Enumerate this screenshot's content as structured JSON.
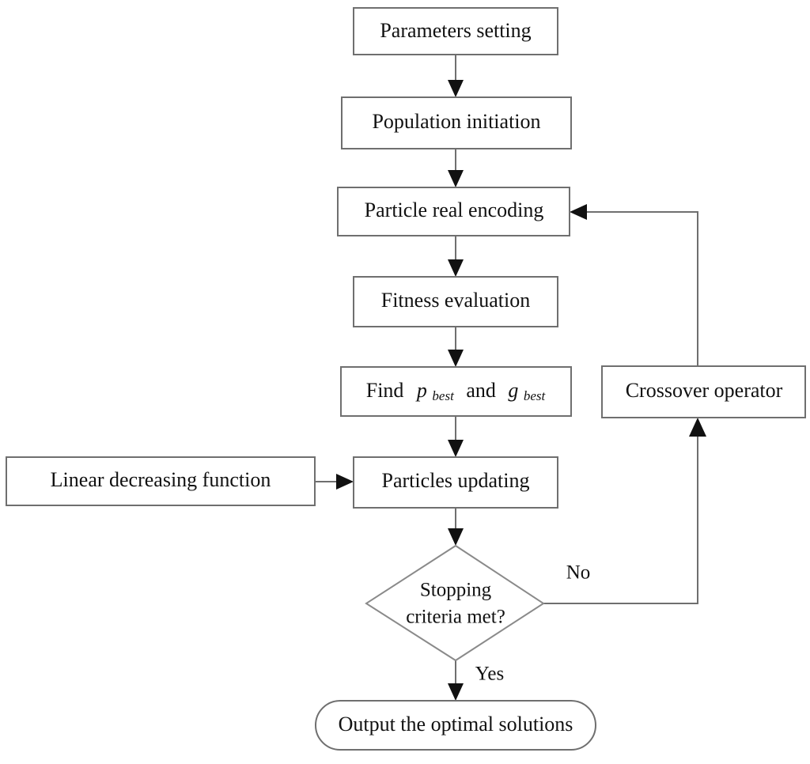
{
  "diagram": {
    "title": "PSO with crossover operator flowchart",
    "background_color": "#ffffff",
    "line_color": "#6f6f6f",
    "text_color": "#111111",
    "arrow_color": "#111111"
  },
  "nodes": {
    "parameters_setting": {
      "label": "Parameters setting",
      "shape": "rectangle"
    },
    "population_initiation": {
      "label": "Population initiation",
      "shape": "rectangle"
    },
    "particle_real_encoding": {
      "label": "Particle real encoding",
      "shape": "rectangle"
    },
    "fitness_evaluation": {
      "label": "Fitness evaluation",
      "shape": "rectangle"
    },
    "find_best": {
      "shape": "rectangle",
      "label": "Find p_best and g_best",
      "prefix": "Find",
      "var1": "p",
      "sub1": "best",
      "conjunction": "and",
      "var2": "g",
      "sub2": "best"
    },
    "particles_updating": {
      "label": "Particles updating",
      "shape": "rectangle"
    },
    "linear_decreasing_function": {
      "label": "Linear decreasing function",
      "shape": "rectangle"
    },
    "crossover_operator": {
      "label": "Crossover operator",
      "shape": "rectangle"
    },
    "stopping_criteria": {
      "shape": "diamond",
      "label": "Stopping criteria met?",
      "line1": "Stopping",
      "line2": "criteria met?"
    },
    "output_solutions": {
      "label": "Output the optimal solutions",
      "shape": "rounded-pill"
    }
  },
  "edge_labels": {
    "no": "No",
    "yes": "Yes"
  },
  "chart_data": {
    "type": "diagram",
    "flow": [
      {
        "from": "parameters_setting",
        "to": "population_initiation",
        "label": ""
      },
      {
        "from": "population_initiation",
        "to": "particle_real_encoding",
        "label": ""
      },
      {
        "from": "particle_real_encoding",
        "to": "fitness_evaluation",
        "label": ""
      },
      {
        "from": "fitness_evaluation",
        "to": "find_best",
        "label": ""
      },
      {
        "from": "find_best",
        "to": "particles_updating",
        "label": ""
      },
      {
        "from": "linear_decreasing_function",
        "to": "particles_updating",
        "label": ""
      },
      {
        "from": "particles_updating",
        "to": "stopping_criteria",
        "label": ""
      },
      {
        "from": "stopping_criteria",
        "to": "crossover_operator",
        "label": "No"
      },
      {
        "from": "crossover_operator",
        "to": "particle_real_encoding",
        "label": ""
      },
      {
        "from": "stopping_criteria",
        "to": "output_solutions",
        "label": "Yes"
      }
    ]
  }
}
